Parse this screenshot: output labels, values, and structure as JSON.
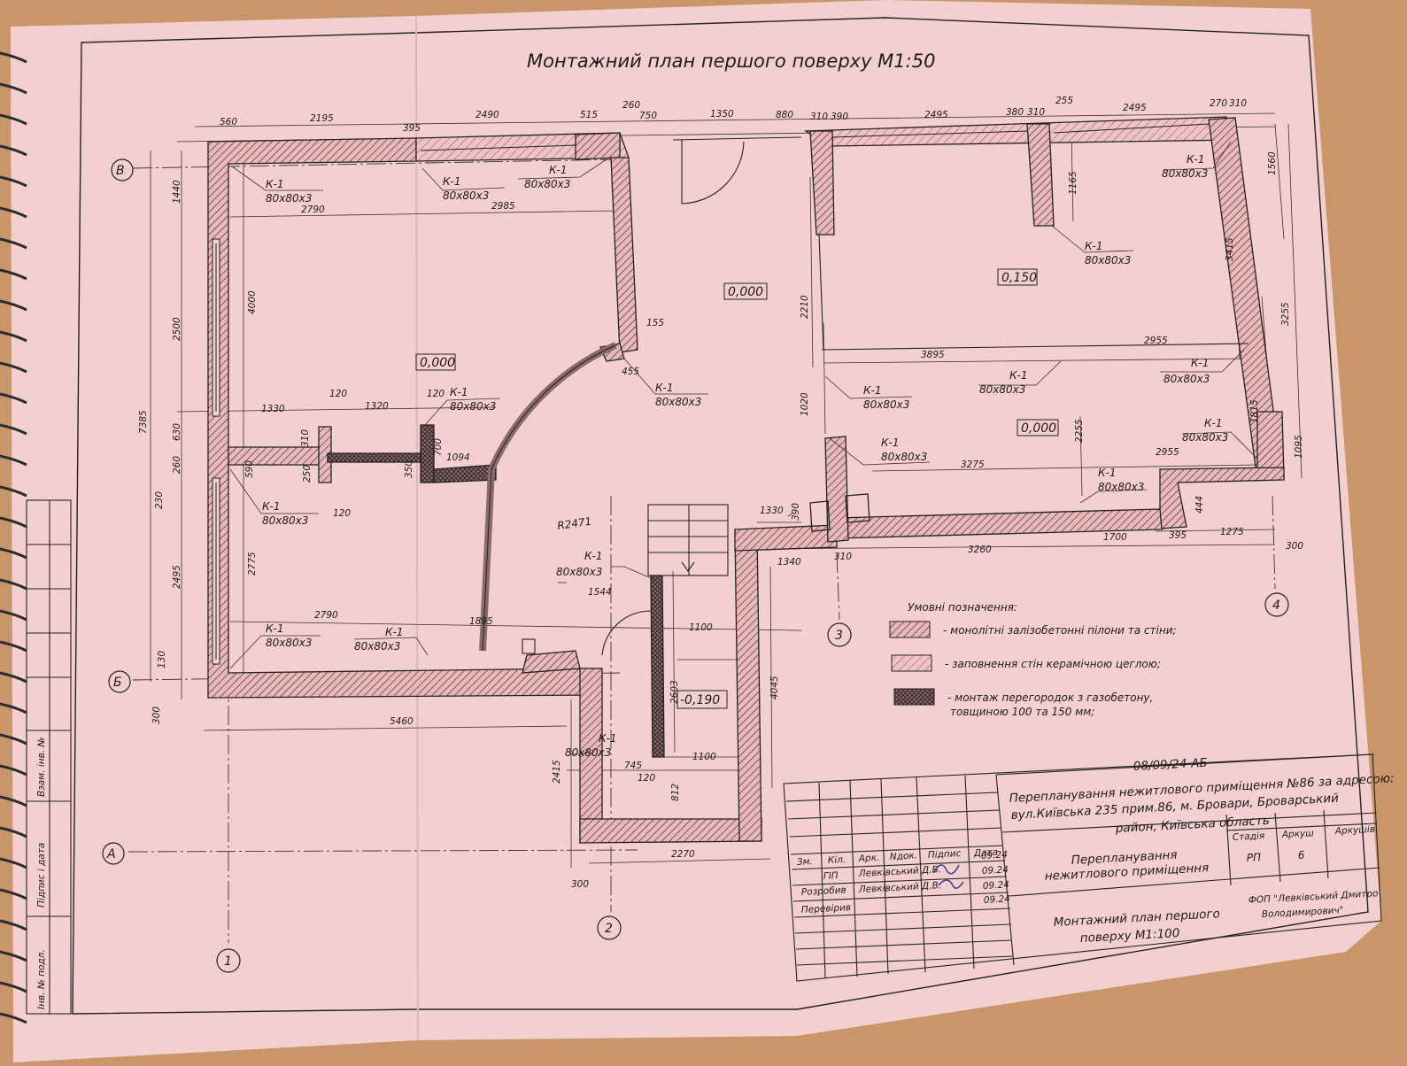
{
  "plan": {
    "title": "Монтажний план першого поверху М1:50",
    "axes": {
      "v": "В",
      "b": "Б",
      "a": "А",
      "n1": "1",
      "n2": "2",
      "n3": "3",
      "n4": "4"
    },
    "levels": [
      "0,000",
      "0,000",
      "0,150",
      "0,000",
      "-0,190"
    ],
    "column_tag": "К-1",
    "column_size": "80x80x3",
    "radius_label": "R2471",
    "dims_top": [
      "560",
      "2195",
      "395",
      "2490",
      "515",
      "260",
      "750",
      "1350",
      "880",
      "310",
      "390",
      "2495",
      "380",
      "310",
      "255",
      "2495",
      "270",
      "310"
    ],
    "dims_left": [
      "1440",
      "2500",
      "630",
      "260",
      "230",
      "2495",
      "130",
      "300",
      "7385",
      "4000",
      "2775"
    ],
    "dims_right": [
      "1560",
      "3415",
      "3255",
      "1815",
      "1095",
      "444"
    ],
    "dims_interior": [
      "2790",
      "2985",
      "1330",
      "120",
      "1320",
      "120",
      "310",
      "350",
      "700",
      "1094",
      "120",
      "250",
      "155",
      "455",
      "2210",
      "1020",
      "3895",
      "2955",
      "2255",
      "3275",
      "2955",
      "1165",
      "1330",
      "390",
      "1340",
      "310",
      "3260",
      "1700",
      "395",
      "1275",
      "300",
      "2790",
      "1895",
      "1544",
      "1100",
      "2603",
      "4045",
      "1100",
      "745",
      "120",
      "812",
      "2415",
      "5460",
      "2270",
      "300",
      "590"
    ]
  },
  "legend": {
    "title": "Умовні позначення:",
    "items": [
      "- монолітні залізобетонні пілони та стіни;",
      "- заповнення стін керамічною цеглою;",
      "- монтаж перегородок з газобетону,",
      "товщиною 100 та 150 мм;"
    ]
  },
  "left_stamp": [
    "Взам. інв. №",
    "Підпис і дата",
    "Інв. № подл."
  ],
  "title_block": {
    "code": "08/09/24-АБ",
    "project": [
      "Перепланування нежитлового приміщення №86 за адресою:",
      "вул.Київська 235 прим.86, м. Бровари, Броварський",
      "район, Київська область"
    ],
    "headers": [
      "Зм.",
      "Кіл.",
      "Арк.",
      "Nдок.",
      "Підпис",
      "Дата"
    ],
    "roles": [
      "ГІП",
      "Розробив",
      "Перевірив"
    ],
    "names": [
      "Левківський Д.В.",
      "Левківський Д.В."
    ],
    "dates": [
      "09.24",
      "09.24",
      "09.24",
      "09.24"
    ],
    "object_name": [
      "Перепланування",
      "нежитлового приміщення"
    ],
    "sheet_name": [
      "Монтажний план першого",
      "поверху М1:100"
    ],
    "stage_label": "Стадія",
    "sheet_label": "Аркуш",
    "sheets_label": "Аркушів",
    "stage_value": "РП",
    "sheet_value": "6",
    "company": [
      "ФОП \"Левківський Дмитро",
      "Володимирович\""
    ]
  },
  "colors": {
    "paper": "#f4cfd0",
    "ink": "#1f1b1c",
    "table": "#c9966a"
  }
}
